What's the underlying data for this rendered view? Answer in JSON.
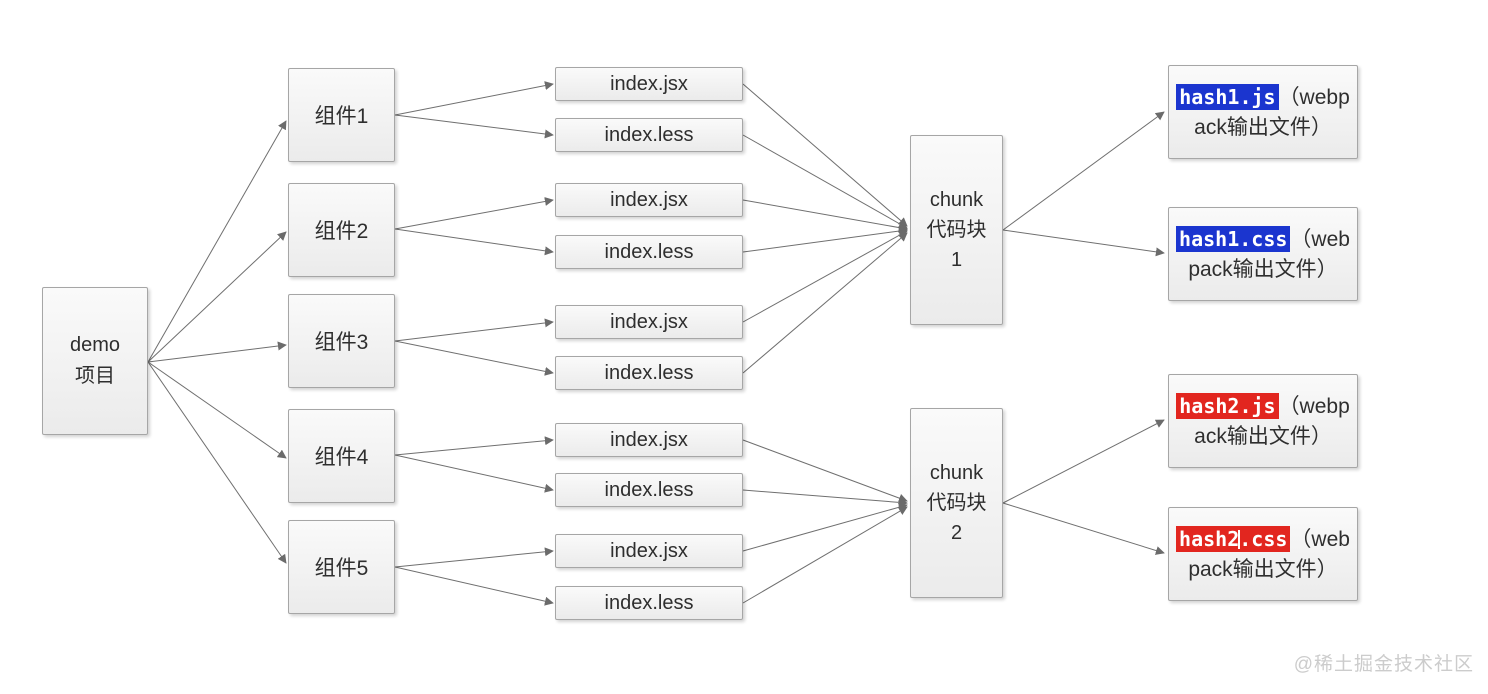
{
  "diagram": {
    "root": {
      "line1": "demo",
      "line2": "项目"
    },
    "components": [
      {
        "label": "组件1"
      },
      {
        "label": "组件2"
      },
      {
        "label": "组件3"
      },
      {
        "label": "组件4"
      },
      {
        "label": "组件5"
      }
    ],
    "files": [
      {
        "label": "index.jsx"
      },
      {
        "label": "index.less"
      },
      {
        "label": "index.jsx"
      },
      {
        "label": "index.less"
      },
      {
        "label": "index.jsx"
      },
      {
        "label": "index.less"
      },
      {
        "label": "index.jsx"
      },
      {
        "label": "index.less"
      },
      {
        "label": "index.jsx"
      },
      {
        "label": "index.less"
      }
    ],
    "chunks": [
      {
        "line1": "chunk",
        "line2": "代码块",
        "line3": "1"
      },
      {
        "line1": "chunk",
        "line2": "代码块",
        "line3": "2"
      }
    ],
    "outputs": [
      {
        "file": "hash1.js",
        "suffix": "（webpack输出文件）",
        "highlight": "#1b35cf"
      },
      {
        "file": "hash1.css",
        "suffix": "（webpack输出文件）",
        "highlight": "#1b35cf"
      },
      {
        "file": "hash2.js",
        "suffix": "（webpack输出文件）",
        "highlight": "#e2261f"
      },
      {
        "file_pre": "hash2",
        "file_post": ".css",
        "suffix": "（webpack输出文件）",
        "highlight": "#e2261f"
      }
    ],
    "colors": {
      "line": "#6f6f6f",
      "box_border": "#a6a6a6",
      "blue": "#1b35cf",
      "red": "#e2261f"
    },
    "watermark": "@稀土掘金技术社区"
  }
}
